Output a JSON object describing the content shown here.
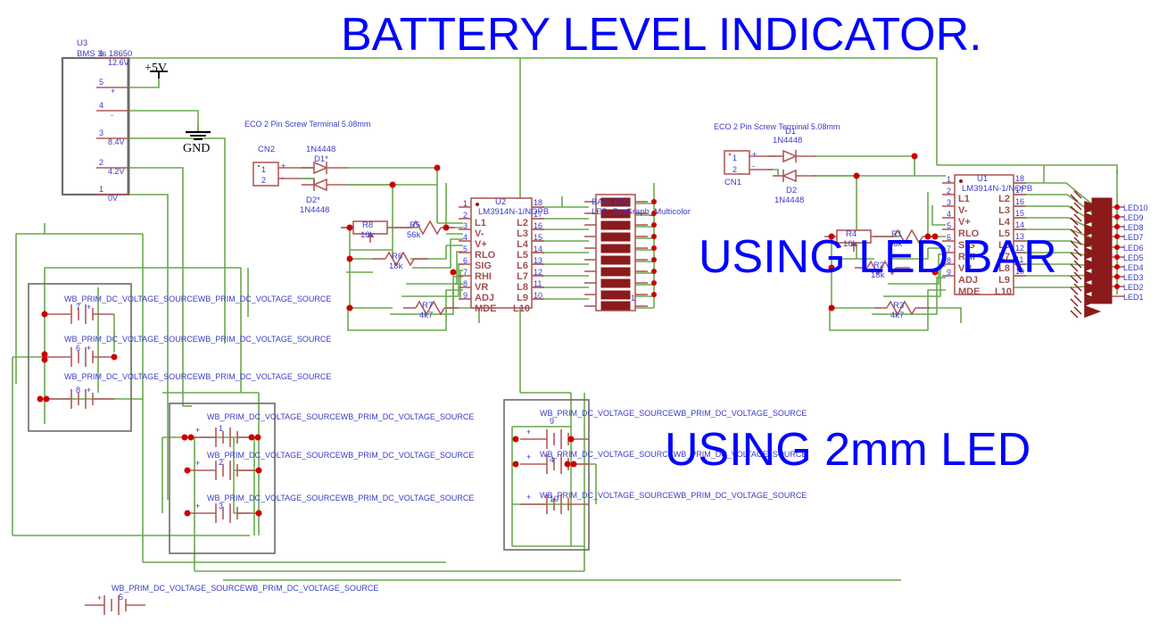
{
  "titles": {
    "main": "BATTERY LEVEL INDICATOR.",
    "led_bar": "USING LED BAR",
    "led_2mm": "USING 2mm LED"
  },
  "colors": {
    "title_blue": "#0000ff",
    "wire_green": "#6aa84f",
    "part_red": "#b05a5a",
    "label_blue": "#3b3bc9",
    "junction_red": "#cc0000",
    "led_dark_red": "#8b1a1a",
    "box_gray": "#6b6b6b",
    "background": "#ffffff"
  },
  "bms": {
    "refdes": "U3",
    "value": "BMS 3s 18650",
    "pins": [
      {
        "num": "6",
        "net": "12.6V"
      },
      {
        "num": "5",
        "net": "+"
      },
      {
        "num": "4",
        "net": "-"
      },
      {
        "num": "3",
        "net": "8.4V"
      },
      {
        "num": "2",
        "net": "4.2V"
      },
      {
        "num": "1",
        "net": "0V"
      }
    ]
  },
  "power_symbols": {
    "vcc": "+5V",
    "gnd": "GND"
  },
  "connectors": [
    {
      "refdes": "CN2",
      "description": "ECO 2 Pin Screw Terminal 5.08mm",
      "pins": [
        {
          "num": "1",
          "polarity": "+"
        },
        {
          "num": "2",
          "polarity": "-"
        }
      ]
    },
    {
      "refdes": "CN1",
      "description": "ECO 2 Pin Screw Terminal 5.08mm",
      "pins": [
        {
          "num": "1",
          "polarity": "+"
        },
        {
          "num": "2",
          "polarity": "-"
        }
      ]
    }
  ],
  "diodes": [
    {
      "refdes": "D1*",
      "value": "1N4448",
      "group": "left"
    },
    {
      "refdes": "D2*",
      "value": "1N4448",
      "group": "left"
    },
    {
      "refdes": "D1",
      "value": "1N4448",
      "group": "right"
    },
    {
      "refdes": "D2",
      "value": "1N4448",
      "group": "right"
    }
  ],
  "resistors_left": [
    {
      "refdes": "R8",
      "value": "10k",
      "type": "potentiometer"
    },
    {
      "refdes": "R5",
      "value": "56k",
      "type": "resistor"
    },
    {
      "refdes": "R6",
      "value": "18k",
      "type": "resistor"
    },
    {
      "refdes": "R7",
      "value": "4k7",
      "type": "resistor"
    }
  ],
  "resistors_right": [
    {
      "refdes": "R4",
      "value": "10k",
      "type": "potentiometer"
    },
    {
      "refdes": "R1",
      "value": "56k",
      "type": "resistor"
    },
    {
      "refdes": "R2",
      "value": "18k",
      "type": "resistor"
    },
    {
      "refdes": "R3",
      "value": "4k7",
      "type": "resistor"
    }
  ],
  "ic_left": {
    "refdes": "U2",
    "value": "LM3914N-1/NOPB",
    "left_pins": [
      {
        "num": "1",
        "name": "L1"
      },
      {
        "num": "2",
        "name": "V-"
      },
      {
        "num": "3",
        "name": "V+"
      },
      {
        "num": "4",
        "name": "RLO"
      },
      {
        "num": "5",
        "name": "SIG"
      },
      {
        "num": "6",
        "name": "RHI"
      },
      {
        "num": "7",
        "name": "VR"
      },
      {
        "num": "8",
        "name": "ADJ"
      },
      {
        "num": "9",
        "name": "MDE"
      }
    ],
    "right_pins": [
      {
        "num": "18",
        "name": "L2"
      },
      {
        "num": "17",
        "name": "L3"
      },
      {
        "num": "16",
        "name": "L4"
      },
      {
        "num": "15",
        "name": "L5"
      },
      {
        "num": "14",
        "name": "L6"
      },
      {
        "num": "13",
        "name": "L7"
      },
      {
        "num": "12",
        "name": "L8"
      },
      {
        "num": "11",
        "name": "L9"
      },
      {
        "num": "10",
        "name": "L10"
      }
    ]
  },
  "ic_right": {
    "refdes": "U1",
    "value": "LM3914N-1/NOPB",
    "left_pins": [
      {
        "num": "1",
        "name": "L1"
      },
      {
        "num": "2",
        "name": "V-"
      },
      {
        "num": "3",
        "name": "V+"
      },
      {
        "num": "4",
        "name": "RLO"
      },
      {
        "num": "5",
        "name": "SIG"
      },
      {
        "num": "6",
        "name": "RHI"
      },
      {
        "num": "7",
        "name": "VR"
      },
      {
        "num": "8",
        "name": "ADJ"
      },
      {
        "num": "9",
        "name": "MDE"
      }
    ],
    "right_pins": [
      {
        "num": "18",
        "name": "L2"
      },
      {
        "num": "17",
        "name": "L3"
      },
      {
        "num": "16",
        "name": "L4"
      },
      {
        "num": "15",
        "name": "L5"
      },
      {
        "num": "14",
        "name": "L6"
      },
      {
        "num": "13",
        "name": "L7"
      },
      {
        "num": "12",
        "name": "L8"
      },
      {
        "num": "11",
        "name": "L9"
      },
      {
        "num": "10",
        "name": "L10"
      }
    ]
  },
  "bargraph": {
    "refdes": "BARLED1",
    "value": "LED_BarGraph_Multicolor",
    "pin_label": "1",
    "segments": 10
  },
  "led_array": {
    "labels": [
      "LED10",
      "LED9",
      "LED8",
      "LED7",
      "LED6",
      "LED5",
      "LED4",
      "LED3",
      "LED2",
      "LED1"
    ]
  },
  "battery_label": "WB_PRIM_DC_VOLTAGE_SOURCEWB_PRIM_DC_VOLTAGE_SOURCE",
  "battery_groups": [
    {
      "name": "group-left",
      "cells": [
        "7",
        "6",
        "8"
      ]
    },
    {
      "name": "group-middle",
      "cells": [
        "1",
        "2",
        "3"
      ]
    },
    {
      "name": "group-right",
      "cells": [
        "9",
        "4",
        "10"
      ]
    }
  ],
  "battery_single": {
    "cell": "5"
  }
}
